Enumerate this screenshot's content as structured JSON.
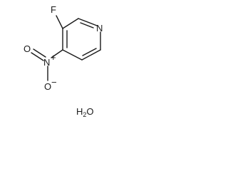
{
  "molecule": {
    "atoms": {
      "fluorine": "F",
      "ring_nitrogen": "N",
      "nitro_nitrogen": "N",
      "nitro_oxygen_upper": "O",
      "nitro_oxygen_lower": "O"
    },
    "nitro_charges": {
      "nitrogen": "+",
      "oxygen": "−"
    },
    "hydrate": {
      "h": "H",
      "count": "2",
      "o": "O"
    }
  }
}
